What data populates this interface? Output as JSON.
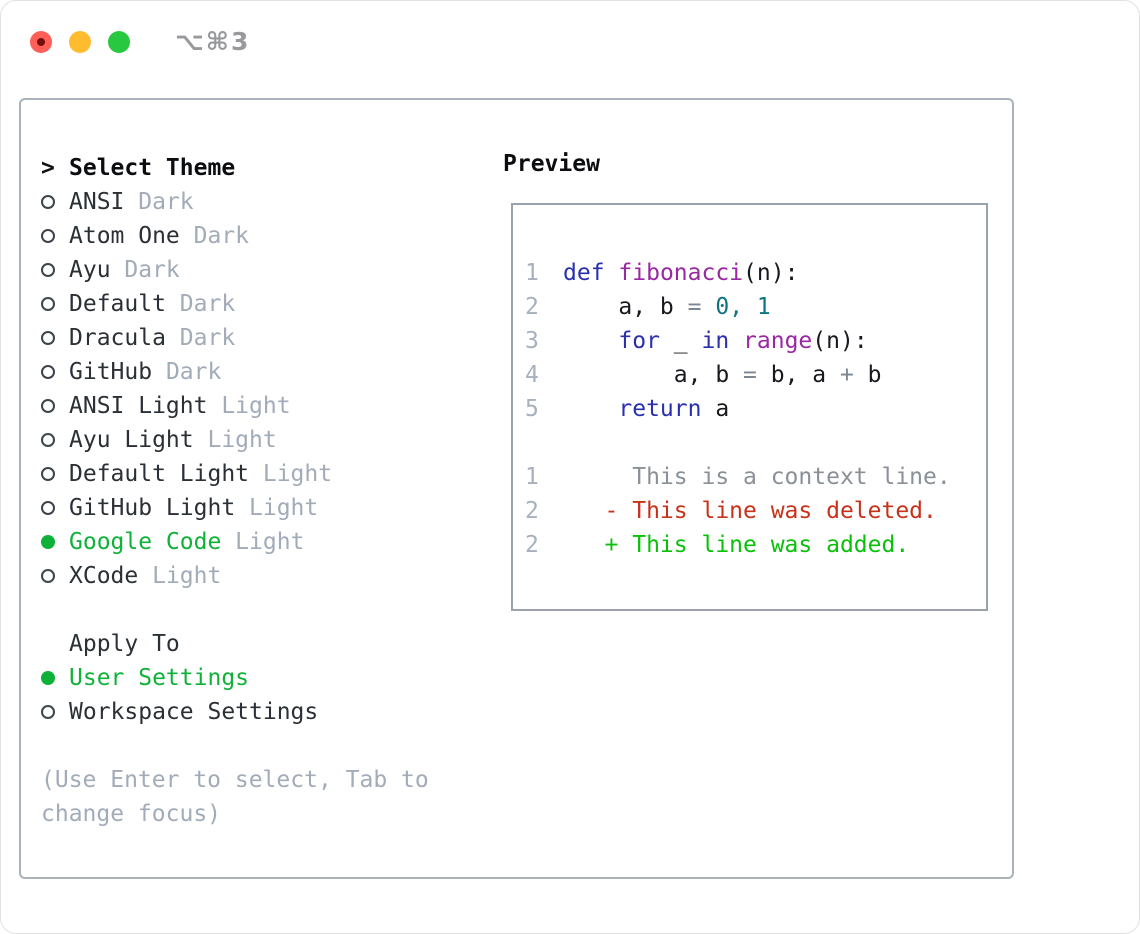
{
  "window": {
    "title": "⌥⌘3",
    "traffic_lights": [
      "close",
      "minimize",
      "zoom"
    ]
  },
  "theme_picker": {
    "cursor": ">",
    "header": "Select Theme",
    "items": [
      {
        "label": "ANSI",
        "variant": "Dark",
        "selected": false
      },
      {
        "label": "Atom One",
        "variant": "Dark",
        "selected": false
      },
      {
        "label": "Ayu",
        "variant": "Dark",
        "selected": false
      },
      {
        "label": "Default",
        "variant": "Dark",
        "selected": false
      },
      {
        "label": "Dracula",
        "variant": "Dark",
        "selected": false
      },
      {
        "label": "GitHub",
        "variant": "Dark",
        "selected": false
      },
      {
        "label": "ANSI Light",
        "variant": "Light",
        "selected": false
      },
      {
        "label": "Ayu Light",
        "variant": "Light",
        "selected": false
      },
      {
        "label": "Default Light",
        "variant": "Light",
        "selected": false
      },
      {
        "label": "GitHub Light",
        "variant": "Light",
        "selected": false
      },
      {
        "label": "Google Code",
        "variant": "Light",
        "selected": true
      },
      {
        "label": "XCode",
        "variant": "Light",
        "selected": false
      }
    ],
    "apply_to": {
      "header": "Apply To",
      "options": [
        {
          "label": "User Settings",
          "selected": true
        },
        {
          "label": "Workspace Settings",
          "selected": false
        }
      ]
    },
    "help_lines": [
      "(Use Enter to select, Tab to",
      "change focus)"
    ]
  },
  "preview": {
    "header": "Preview",
    "lines": [
      {
        "num": "1",
        "tokens": [
          {
            "text": "def",
            "style": "kw"
          },
          {
            "text": " ",
            "style": "pl"
          },
          {
            "text": "fibonacci",
            "style": "fn"
          },
          {
            "text": "(n):",
            "style": "pl"
          }
        ]
      },
      {
        "num": "2",
        "tokens": [
          {
            "text": "    a, b ",
            "style": "pl"
          },
          {
            "text": "=",
            "style": "op"
          },
          {
            "text": " ",
            "style": "pl"
          },
          {
            "text": "0,",
            "style": "num"
          },
          {
            "text": " ",
            "style": "pl"
          },
          {
            "text": "1",
            "style": "num"
          }
        ]
      },
      {
        "num": "3",
        "tokens": [
          {
            "text": "    ",
            "style": "pl"
          },
          {
            "text": "for",
            "style": "kw"
          },
          {
            "text": " _ ",
            "style": "pl"
          },
          {
            "text": "in",
            "style": "kw"
          },
          {
            "text": " ",
            "style": "pl"
          },
          {
            "text": "range",
            "style": "fn"
          },
          {
            "text": "(n):",
            "style": "pl"
          }
        ]
      },
      {
        "num": "4",
        "tokens": [
          {
            "text": "        a, b ",
            "style": "pl"
          },
          {
            "text": "=",
            "style": "op"
          },
          {
            "text": " b, a ",
            "style": "pl"
          },
          {
            "text": "+",
            "style": "op"
          },
          {
            "text": " b",
            "style": "pl"
          }
        ]
      },
      {
        "num": "5",
        "tokens": [
          {
            "text": "    ",
            "style": "pl"
          },
          {
            "text": "return",
            "style": "kw"
          },
          {
            "text": " a",
            "style": "pl"
          }
        ]
      },
      {
        "num": "",
        "tokens": []
      },
      {
        "num": "1",
        "tokens": [
          {
            "text": "     This is a context line.",
            "style": "ctx"
          }
        ]
      },
      {
        "num": "2",
        "tokens": [
          {
            "text": "   - This line was deleted.",
            "style": "del"
          }
        ]
      },
      {
        "num": "2",
        "tokens": [
          {
            "text": "   + This line was added.",
            "style": "add"
          }
        ]
      }
    ]
  },
  "colors": {
    "accent_green": "#0fb238",
    "added_green": "#0ac00a",
    "deleted_red": "#c7321b",
    "context_gray": "#8a9097",
    "keyword_blue": "#2a2fae",
    "function_purple": "#9a28a2",
    "number_teal": "#0e7580",
    "operator_gray": "#7d8790",
    "plain_dark": "#17191e",
    "muted_gray": "#a2abb8",
    "line_number_gray": "#a7b0bd",
    "list_text_dark": "#2b3036",
    "panel_border": "#aab2bc",
    "preview_border": "#9aa3ad",
    "title_gray": "#97999d",
    "traffic_red": "#ff5f57",
    "traffic_yellow": "#febc2e",
    "traffic_green": "#28c840"
  }
}
